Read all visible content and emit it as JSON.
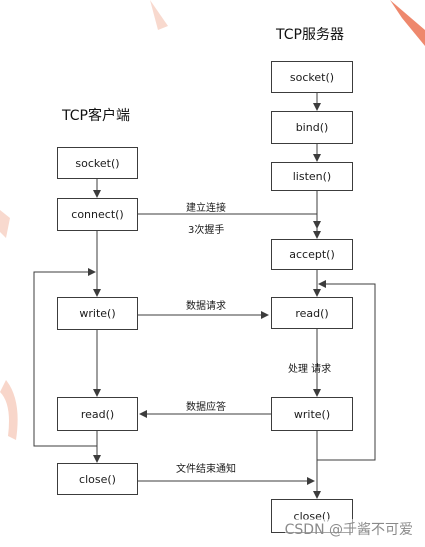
{
  "client": {
    "title": "TCP客户端",
    "socket": "socket()",
    "connect": "connect()",
    "write": "write()",
    "read": "read()",
    "close": "close()"
  },
  "server": {
    "title": "TCP服务器",
    "socket": "socket()",
    "bind": "bind()",
    "listen": "listen()",
    "accept": "accept()",
    "read": "read()",
    "write": "write()",
    "close": "close()"
  },
  "labels": {
    "connect_top": "建立连接",
    "connect_bottom": "3次握手",
    "data_request": "数据请求",
    "process_request": "处理 请求",
    "data_response": "数据应答",
    "eof_notify": "文件结束通知"
  },
  "watermark": "CSDN @千酱不可爱",
  "colors": {
    "line": "#3c3c3c",
    "box_border": "#3c3c3c",
    "decoration": "#e8603c"
  }
}
